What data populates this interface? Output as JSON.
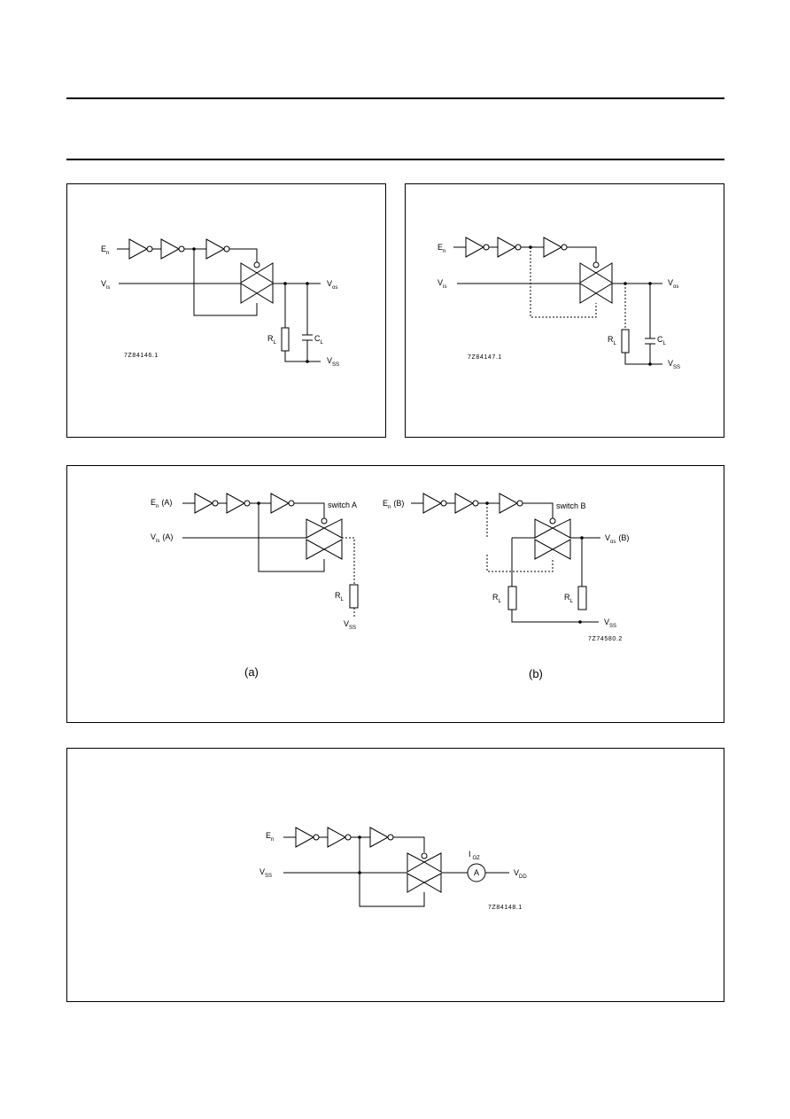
{
  "page": {
    "top_rule": "",
    "bottom_rule": ""
  },
  "fig1": {
    "en_main": "E",
    "en_sub": "n",
    "vis_main": "V",
    "vis_sub": "is",
    "vos_main": "V",
    "vos_sub": "os",
    "rl_main": "R",
    "rl_sub": "L",
    "cl_main": "C",
    "cl_sub": "L",
    "vss_main": "V",
    "vss_sub": "SS",
    "code": "7Z84146.1"
  },
  "fig2": {
    "en_main": "E",
    "en_sub": "n",
    "vis_main": "V",
    "vis_sub": "is",
    "vos_main": "V",
    "vos_sub": "os",
    "rl_main": "R",
    "rl_sub": "L",
    "cl_main": "C",
    "cl_sub": "L",
    "vss_main": "V",
    "vss_sub": "SS",
    "code": "7Z84147.1"
  },
  "fig3": {
    "a": {
      "en_main": "E",
      "en_sub": "n",
      "en_suffix": "(A)",
      "vis_main": "V",
      "vis_sub": "is",
      "vis_suffix": "(A)",
      "switch": "switch A",
      "rl_main": "R",
      "rl_sub": "L",
      "vss_main": "V",
      "vss_sub": "SS",
      "caption": "(a)"
    },
    "b": {
      "en_main": "E",
      "en_sub": "n",
      "en_suffix": "(B)",
      "vos_main": "V",
      "vos_sub": "os",
      "vos_suffix": "(B)",
      "switch": "switch B",
      "rl1_main": "R",
      "rl1_sub": "L",
      "rl2_main": "R",
      "rl2_sub": "L",
      "vss_main": "V",
      "vss_sub": "SS",
      "caption": "(b)"
    },
    "code": "7Z74580.2"
  },
  "fig4": {
    "en_main": "E",
    "en_sub": "n",
    "vss_main": "V",
    "vss_sub": "SS",
    "ioz_main": "I",
    "ioz_sub": "OZ",
    "meter": "A",
    "vdd_main": "V",
    "vdd_sub": "DD",
    "code": "7Z84148.1"
  }
}
